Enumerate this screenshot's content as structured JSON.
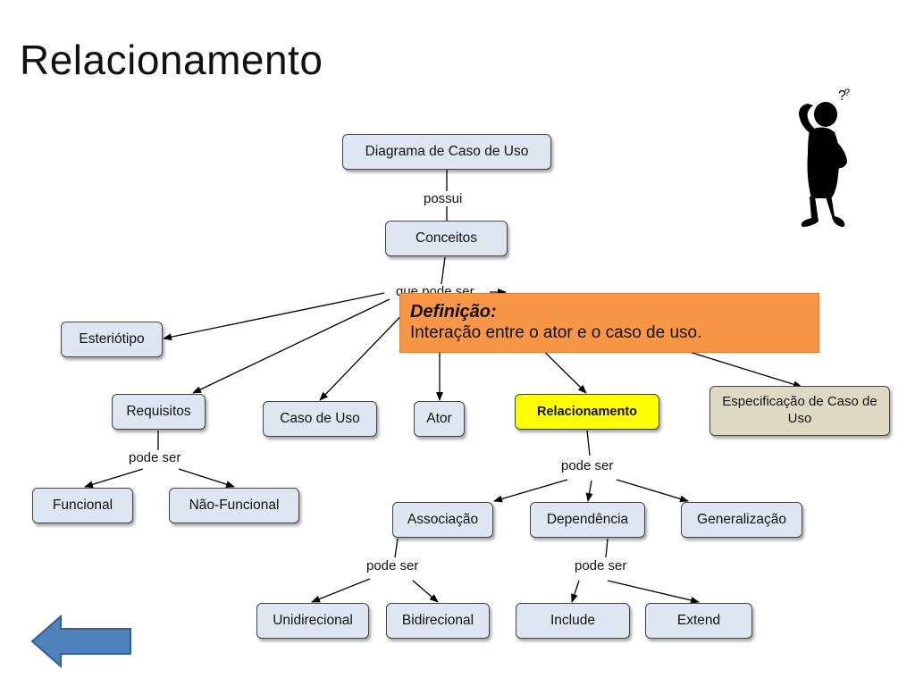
{
  "slide": {
    "title": "Relacionamento"
  },
  "nodes": {
    "diagrama": "Diagrama de Caso de Uso",
    "conceitos": "Conceitos",
    "esteriotipo": "Esteriótipo",
    "requisitos": "Requisitos",
    "caso_de_uso": "Caso de Uso",
    "ator": "Ator",
    "relacionamento": "Relacionamento",
    "especificacao": "Especificação de Caso de Uso",
    "funcional": "Funcional",
    "nao_funcional": "Não-Funcional",
    "associacao": "Associação",
    "dependencia": "Dependência",
    "generalizacao": "Generalização",
    "unidirecional": "Unidirecional",
    "bidirecional": "Bidirecional",
    "include": "Include",
    "extend": "Extend"
  },
  "links": {
    "possui": "possui",
    "que_pode_ser": "que pode ser",
    "pode_ser_requisitos": "pode ser",
    "pode_ser_relacionamento": "pode ser",
    "pode_ser_associacao": "pode ser",
    "pode_ser_dependencia": "pode ser"
  },
  "definition": {
    "heading": "Definição:",
    "text": "Interação entre o ator e o caso de uso."
  },
  "icons": {
    "thinker": "thinking-person-icon",
    "back": "back-arrow-icon"
  },
  "colors": {
    "node_fill": "#dde6f1",
    "highlight": "#ffff00",
    "spec_fill": "#ddd9c3",
    "definition_fill": "#f79646",
    "back_arrow": "#4f81bd"
  }
}
